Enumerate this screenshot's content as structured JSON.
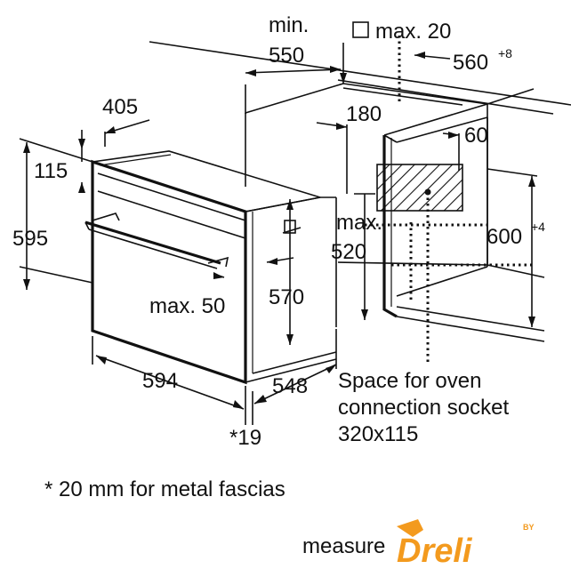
{
  "dimensions": {
    "min_label": "min.",
    "depth_min": "550",
    "max20": "max. 20",
    "width_niche": "560",
    "width_niche_tol": "+8",
    "d405": "405",
    "d180": "180",
    "d60": "60",
    "d115": "115",
    "d595": "595",
    "max520_label": "max.",
    "max520_value": "520",
    "height_niche": "600",
    "height_niche_tol": "+4",
    "max50": "max. 50",
    "d570": "570",
    "d594": "594",
    "d548": "548",
    "d19": "*19"
  },
  "notes": {
    "socket_line1": "Space for oven",
    "socket_line2": "connection socket",
    "socket_line3": "320x115",
    "fascia": "* 20 mm for metal fascias",
    "measure": "measure"
  },
  "brand": {
    "name": "Dreli",
    "tag": "BY",
    "color": "#f39a1e"
  }
}
